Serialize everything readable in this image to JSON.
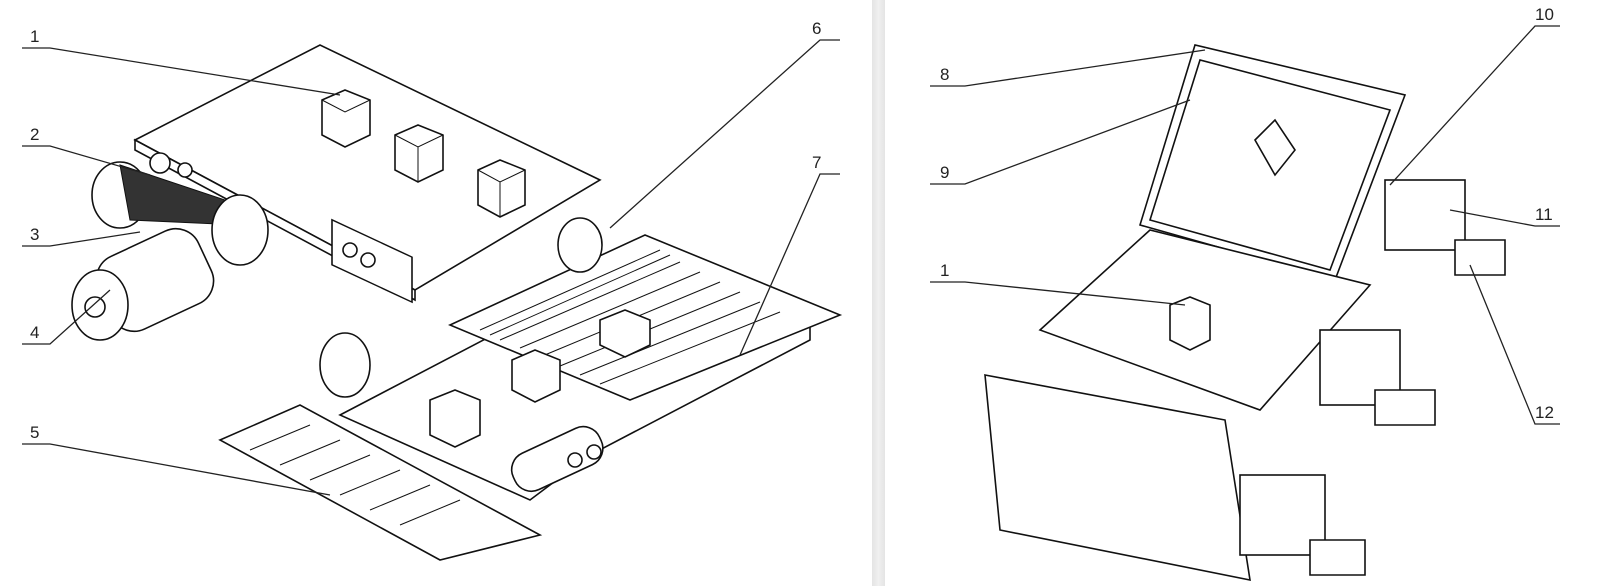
{
  "left_view": {
    "callouts": [
      "1",
      "2",
      "3",
      "4",
      "5",
      "6",
      "7"
    ]
  },
  "right_view": {
    "callouts": [
      "8",
      "9",
      "1",
      "10",
      "11",
      "12"
    ]
  }
}
